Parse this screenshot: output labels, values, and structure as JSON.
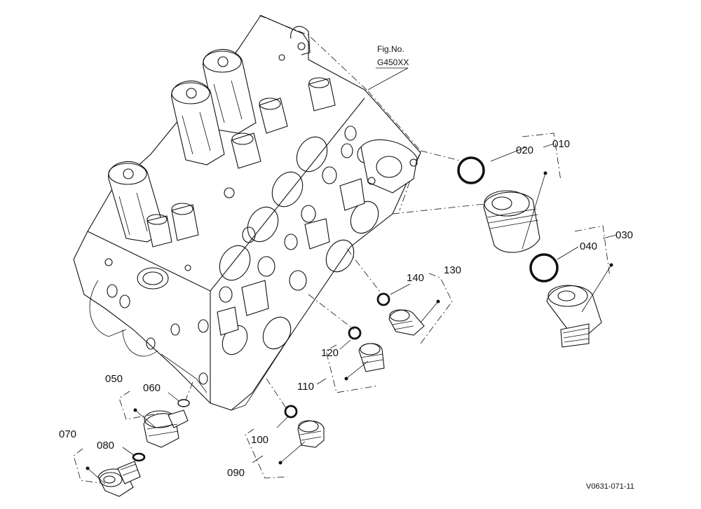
{
  "figure": {
    "label_line1": "Fig.No.",
    "label_line2": "G450XX"
  },
  "drawing_code": "V0631-071-11",
  "parts": {
    "p010": "010",
    "p020": "020",
    "p030": "030",
    "p040": "040",
    "p050": "050",
    "p060": "060",
    "p070": "070",
    "p080": "080",
    "p090": "090",
    "p100": "100",
    "p110": "110",
    "p120": "120",
    "p130": "130",
    "p140": "140"
  }
}
